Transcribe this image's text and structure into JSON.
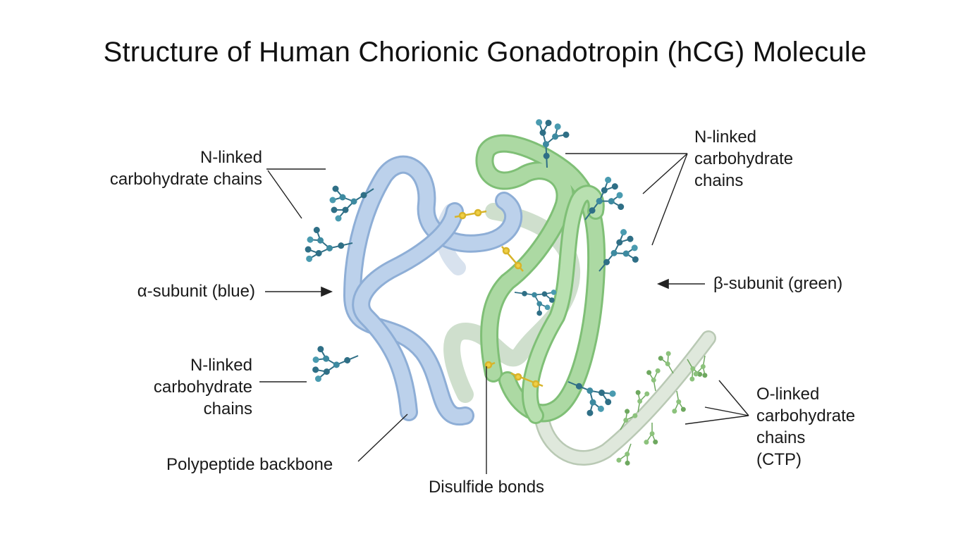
{
  "title": "Structure of Human Chorionic Gonadotropin (hCG) Molecule",
  "labels": {
    "n_linked_top_left": [
      "N-linked",
      "carbohydrate chains"
    ],
    "n_linked_top_right": [
      "N-linked",
      "carbohydrate",
      "chains"
    ],
    "alpha_subunit": "α-subunit (blue)",
    "beta_subunit": "β-subunit (green)",
    "n_linked_bottom_left": [
      "N-linked",
      "carbohydrate",
      "chains"
    ],
    "polypeptide_backbone": "Polypeptide backbone",
    "disulfide_bonds": "Disulfide bonds",
    "o_linked": [
      "O-linked",
      "carbohydrate",
      "chains",
      "(CTP)"
    ]
  },
  "colors": {
    "alpha_fill": "#b9cfea",
    "alpha_stroke": "#8eaed6",
    "beta_fill": "#a9d8a0",
    "beta_stroke": "#7fbf76",
    "beta_faded": "#d4e3d2",
    "ctp_fill": "#dce7d8",
    "n_glycan": "#2f6f86",
    "o_glycan": "#6ea85f",
    "disulfide": "#e2c23a"
  }
}
